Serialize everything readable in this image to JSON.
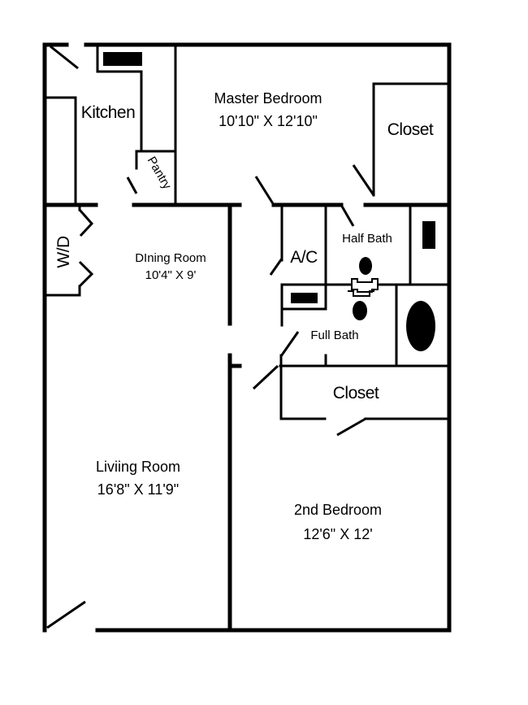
{
  "rooms": {
    "kitchen": {
      "label": "Kitchen"
    },
    "pantry": {
      "label": "Pantry"
    },
    "master_bedroom": {
      "label": "Master Bedroom",
      "dimensions": "10'10\" X 12'10\""
    },
    "master_closet": {
      "label": "Closet"
    },
    "washer_dryer": {
      "label": "W/D"
    },
    "dining_room": {
      "label": "DIning Room",
      "dimensions": "10'4\" X 9'"
    },
    "ac": {
      "label": "A/C"
    },
    "half_bath": {
      "label": "Half Bath"
    },
    "full_bath": {
      "label": "Full Bath"
    },
    "hall_closet": {
      "label": "Closet"
    },
    "living_room": {
      "label": "Liviing Room",
      "dimensions": "16'8\" X 11'9\""
    },
    "second_bedroom": {
      "label": "2nd Bedroom",
      "dimensions": "12'6\" X 12'"
    }
  }
}
